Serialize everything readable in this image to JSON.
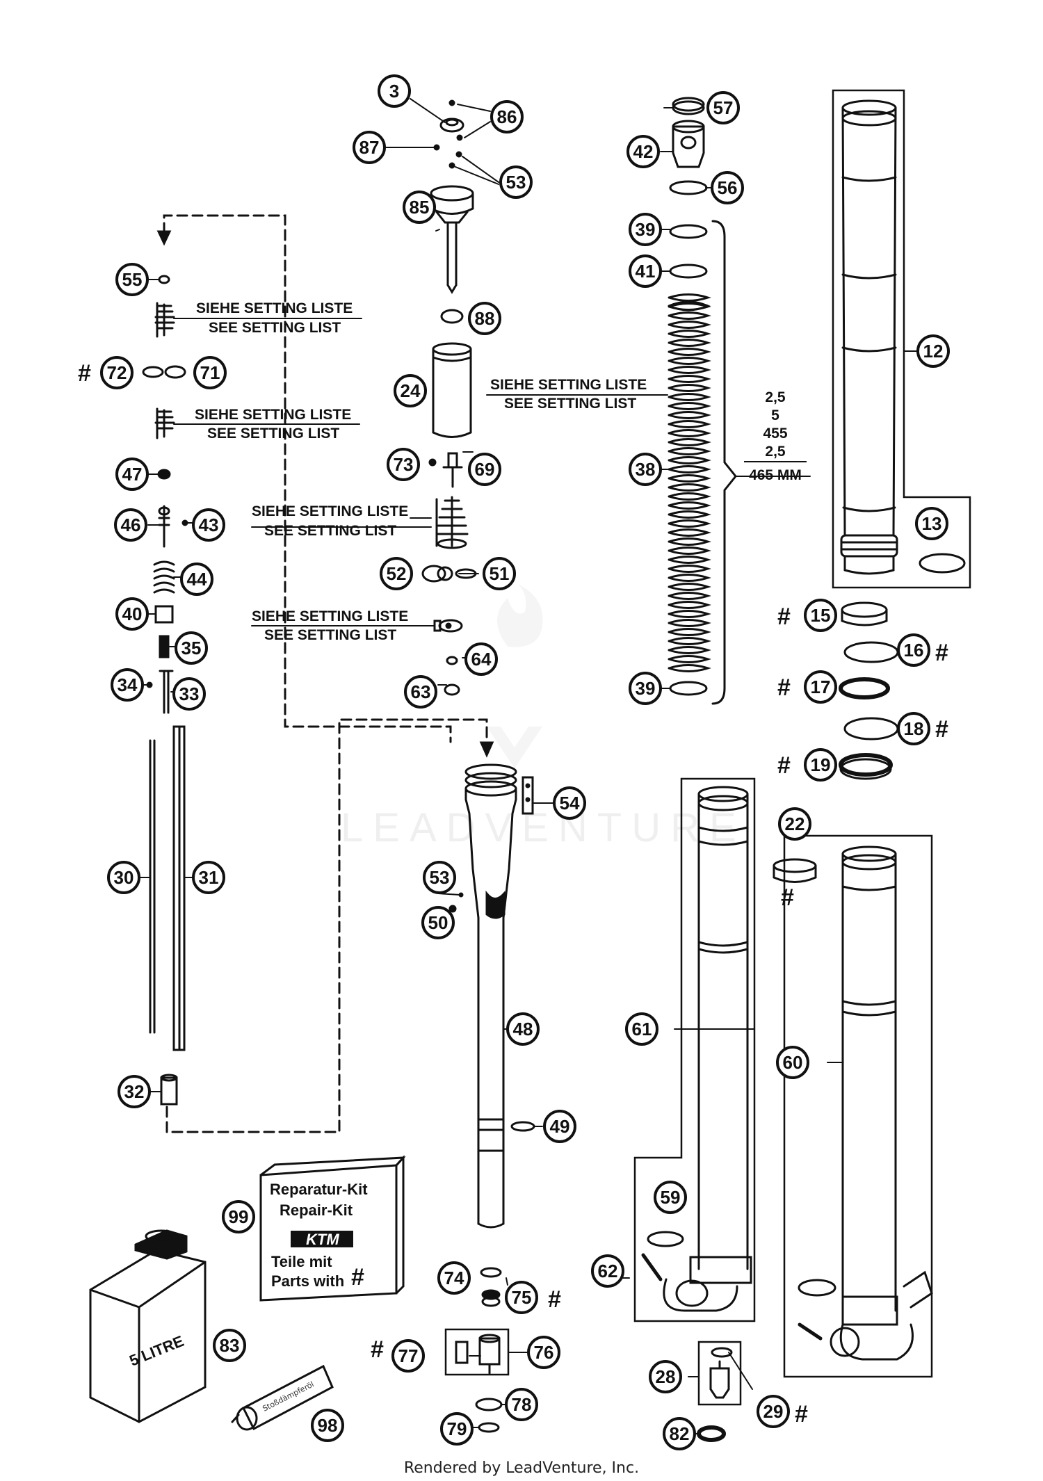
{
  "callouts": [
    {
      "n": "3"
    },
    {
      "n": "86"
    },
    {
      "n": "87"
    },
    {
      "n": "53"
    },
    {
      "n": "85"
    },
    {
      "n": "88"
    },
    {
      "n": "24"
    },
    {
      "n": "73"
    },
    {
      "n": "69"
    },
    {
      "n": "52"
    },
    {
      "n": "51"
    },
    {
      "n": "64"
    },
    {
      "n": "63"
    },
    {
      "n": "55"
    },
    {
      "n": "72"
    },
    {
      "n": "71"
    },
    {
      "n": "47"
    },
    {
      "n": "46"
    },
    {
      "n": "43"
    },
    {
      "n": "44"
    },
    {
      "n": "40"
    },
    {
      "n": "35"
    },
    {
      "n": "34"
    },
    {
      "n": "33"
    },
    {
      "n": "30"
    },
    {
      "n": "31"
    },
    {
      "n": "32"
    },
    {
      "n": "57"
    },
    {
      "n": "42"
    },
    {
      "n": "56"
    },
    {
      "n": "39"
    },
    {
      "n": "41"
    },
    {
      "n": "38"
    },
    {
      "n": "39"
    },
    {
      "n": "12"
    },
    {
      "n": "13"
    },
    {
      "n": "15"
    },
    {
      "n": "16"
    },
    {
      "n": "17"
    },
    {
      "n": "18"
    },
    {
      "n": "19"
    },
    {
      "n": "54"
    },
    {
      "n": "53"
    },
    {
      "n": "50"
    },
    {
      "n": "48"
    },
    {
      "n": "49"
    },
    {
      "n": "22"
    },
    {
      "n": "61"
    },
    {
      "n": "60"
    },
    {
      "n": "59"
    },
    {
      "n": "62"
    },
    {
      "n": "99"
    },
    {
      "n": "74"
    },
    {
      "n": "75"
    },
    {
      "n": "77"
    },
    {
      "n": "76"
    },
    {
      "n": "83"
    },
    {
      "n": "78"
    },
    {
      "n": "79"
    },
    {
      "n": "98"
    },
    {
      "n": "28"
    },
    {
      "n": "29"
    },
    {
      "n": "82"
    }
  ],
  "hash_marks": [
    "#",
    "#",
    "#",
    "#",
    "#",
    "#",
    "#",
    "#",
    "#",
    "#"
  ],
  "setting_notes": [
    {
      "de": "SIEHE SETTING LISTE",
      "en": "SEE SETTING LIST"
    },
    {
      "de": "SIEHE SETTING LISTE",
      "en": "SEE SETTING LIST"
    },
    {
      "de": "SIEHE SETTING LISTE",
      "en": "SEE SETTING LIST"
    },
    {
      "de": "SIEHE SETTING LISTE",
      "en": "SEE SETTING LIST"
    },
    {
      "de": "SIEHE SETTING LISTE",
      "en": "SEE SETTING LIST"
    }
  ],
  "spring_spec": [
    "2,5",
    "5",
    "455",
    "2,5",
    "465 MM"
  ],
  "repair_kit": {
    "line1": "Reparatur-Kit",
    "line2": "Repair-Kit",
    "brand": "KTM",
    "line3": "Teile mit",
    "line4": "Parts with",
    "mark": "#"
  },
  "oil_can_label": "5 LITRE",
  "tube_label": "Stoßdämpferöl",
  "watermark": "LEADVENTURE",
  "footer": "Rendered by LeadVenture, Inc."
}
